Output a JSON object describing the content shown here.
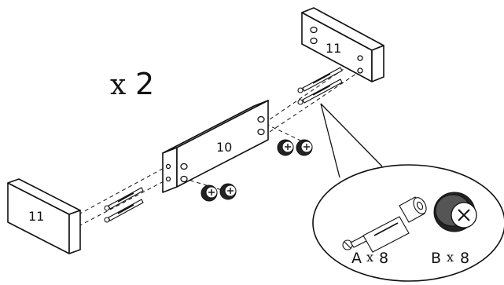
{
  "quantity": {
    "symbol": "x",
    "count": "2"
  },
  "parts": {
    "top_panel": "11",
    "center_panel": "10",
    "left_panel": "11"
  },
  "callout": {
    "a_letter": "A",
    "a_times": "x",
    "a_count": "8",
    "b_letter": "B",
    "b_times": "x",
    "b_count": "8"
  },
  "colors": {
    "ink": "#111111",
    "paper": "#ffffff"
  }
}
